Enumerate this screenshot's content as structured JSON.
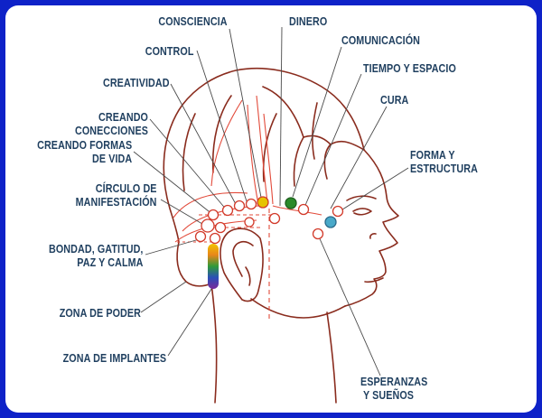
{
  "labels": {
    "consciencia": "CONSCIENCIA",
    "control": "CONTROL",
    "creatividad": "CREATIVIDAD",
    "creando_conecciones": "CREANDO CONECCIONES",
    "creando_formas": "CREANDO FORMAS\nDE VIDA",
    "circulo": "CÍRCULO DE\nMANIFESTACIÓN",
    "bondad": "BONDAD, GATITUD,\nPAZ Y CALMA",
    "zona_poder": "ZONA DE PODER",
    "zona_implantes": "ZONA DE IMPLANTES",
    "dinero": "DINERO",
    "comunicacion": "COMUNICACIÓN",
    "tiempo_espacio": "TIEMPO Y ESPACIO",
    "cura": "CURA",
    "forma_estructura": "FORMA Y\nESTRUCTURA",
    "esperanzas": "ESPERANZAS\nY SUEÑOS"
  },
  "colors": {
    "background_border": "#0e22c8",
    "label_text": "#1f3f5f",
    "head_line": "#8a2c1e",
    "energy_line": "#e24a3a",
    "pointer_line": "#4a4a4a",
    "point_dinero": "#2a8a2a",
    "point_consciencia": "#e6c300",
    "point_esperanzas": "#49a9c9"
  }
}
